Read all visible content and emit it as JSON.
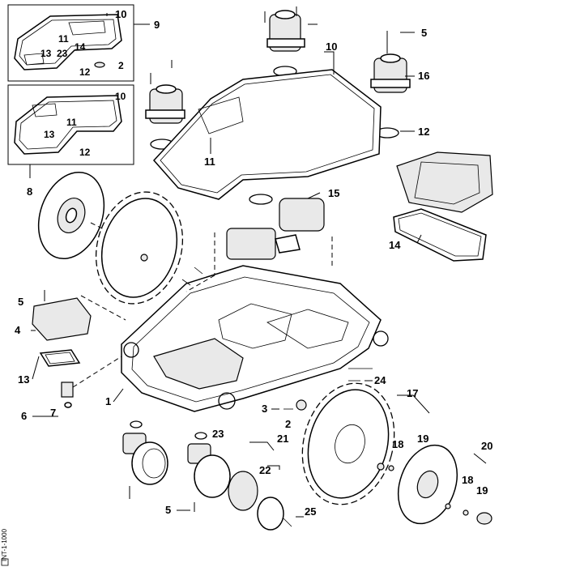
{
  "callouts": {
    "c10_top": "10",
    "c9": "9",
    "c11_inset1": "11",
    "c14_inset1": "14",
    "c13_inset1": "13",
    "c23_inset1": "23",
    "c2_inset1": "2",
    "c12_inset1": "12",
    "c10_inset2": "10",
    "c11_inset2": "11",
    "c13_inset2": "13",
    "c12_inset2": "12",
    "c8": "8",
    "c5_top": "5",
    "c10_gasket": "10",
    "c16": "16",
    "c12_right": "12",
    "c11_gasket": "11",
    "c15": "15",
    "c14_right": "14",
    "c5_left": "5",
    "c4": "4",
    "c13_left": "13",
    "c6": "6",
    "c7": "7",
    "c1": "1",
    "c24": "24",
    "c3": "3",
    "c2_mid": "2",
    "c17": "17",
    "c23_bottom": "23",
    "c21": "21",
    "c18_a": "18",
    "c19_a": "19",
    "c20": "20",
    "c22": "22",
    "c18_b": "18",
    "c19_b": "19",
    "c5_bottom": "5",
    "c25": "25"
  },
  "drawing_code": "INT-1-1000",
  "page_box": "▢"
}
